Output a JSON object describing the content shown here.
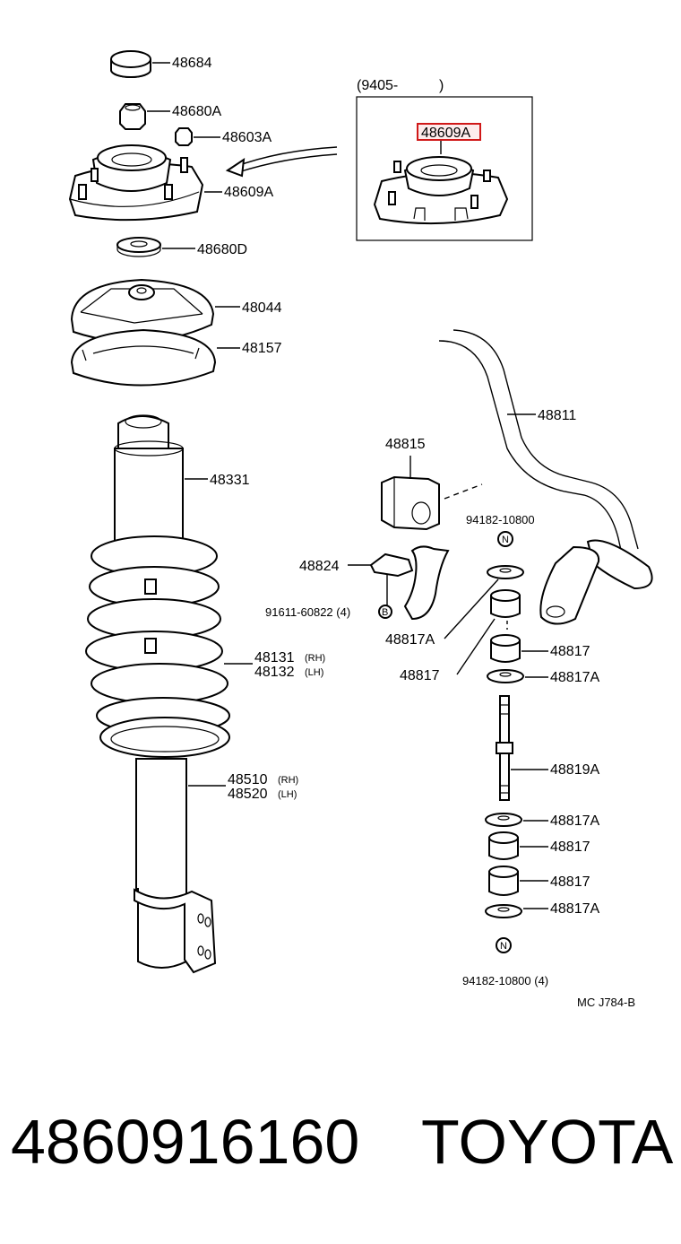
{
  "inset": {
    "date_code": "(9405-",
    "date_close": ")"
  },
  "labels": {
    "l48684": "48684",
    "l48680A": "48680A",
    "l48603A": "48603A",
    "l48609A": "48609A",
    "l48609A_inset": "48609A",
    "l48680D": "48680D",
    "l48044": "48044",
    "l48157": "48157",
    "l48331": "48331",
    "l48131": "48131",
    "l48131_side": "(RH)",
    "l48132": "48132",
    "l48132_side": "(LH)",
    "l48510": "48510",
    "l48510_side": "(RH)",
    "l48520": "48520",
    "l48520_side": "(LH)",
    "l48811": "48811",
    "l48815": "48815",
    "l94182_top": "94182-10800",
    "l48824": "48824",
    "l91611": "91611-60822 (4)",
    "l48817A_left": "48817A",
    "l48817_left": "48817",
    "l48817_r1": "48817",
    "l48817A_r1": "48817A",
    "l48819A": "48819A",
    "l48817A_r2": "48817A",
    "l48817_r2": "48817",
    "l48817_r3": "48817",
    "l48817A_r3": "48817A",
    "l94182_bottom": "94182-10800 (4)",
    "ref_code": "MC J784-B"
  },
  "markers": {
    "n_top": "N",
    "n_bottom": "N",
    "b": "B"
  },
  "footer": {
    "part_number": "4860916160",
    "brand": "TOYOTA"
  },
  "colors": {
    "highlight": "#d01818"
  }
}
